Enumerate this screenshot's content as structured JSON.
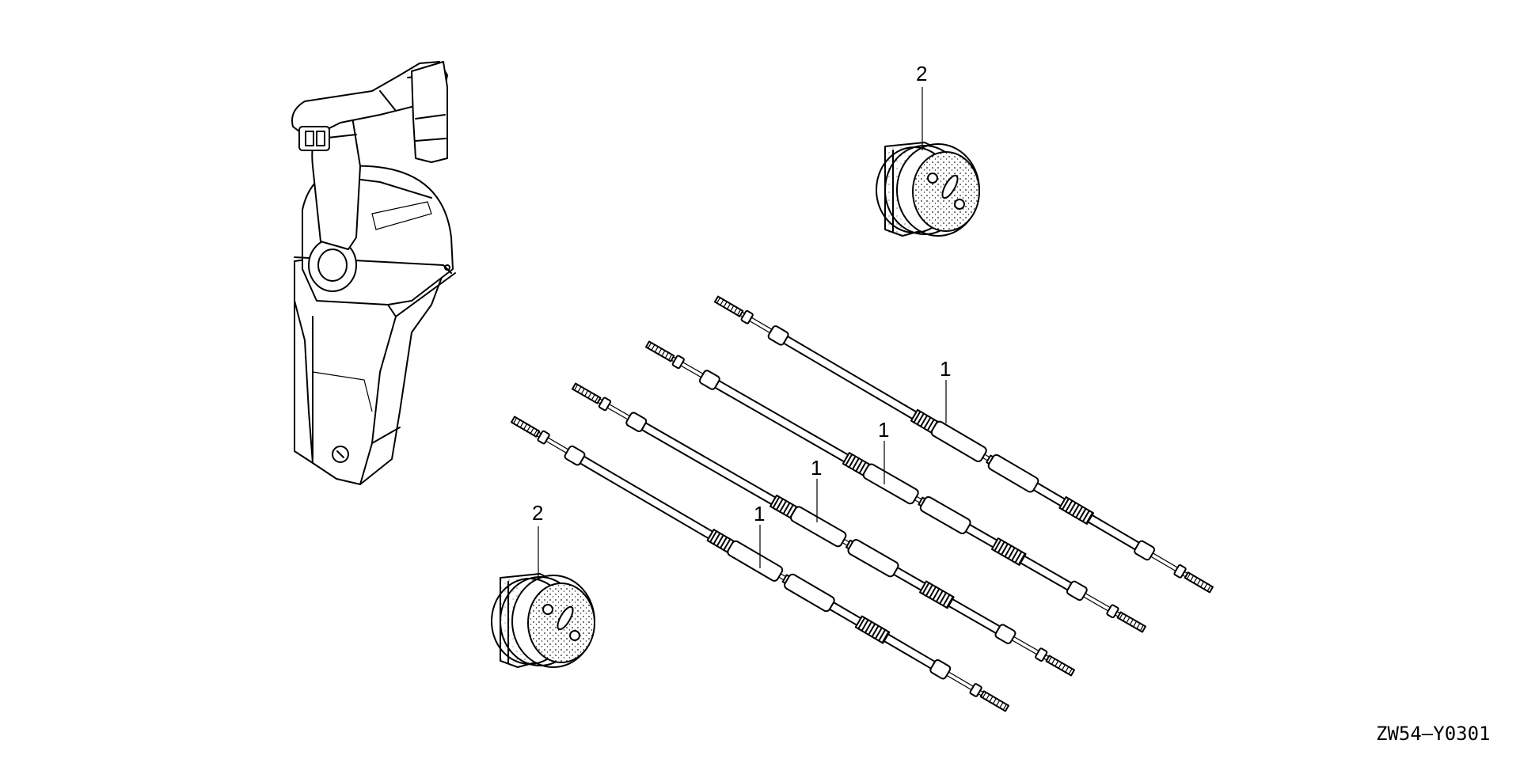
{
  "diagram": {
    "part_code": "ZW54—Y0301",
    "callouts": {
      "cable_1": "1",
      "cable_2": "1",
      "cable_3": "1",
      "cable_4": "1",
      "grommet_top": "2",
      "grommet_bottom": "2"
    },
    "cables": [
      {
        "name": "cable-1"
      },
      {
        "name": "cable-2"
      },
      {
        "name": "cable-3"
      },
      {
        "name": "cable-4"
      }
    ]
  }
}
